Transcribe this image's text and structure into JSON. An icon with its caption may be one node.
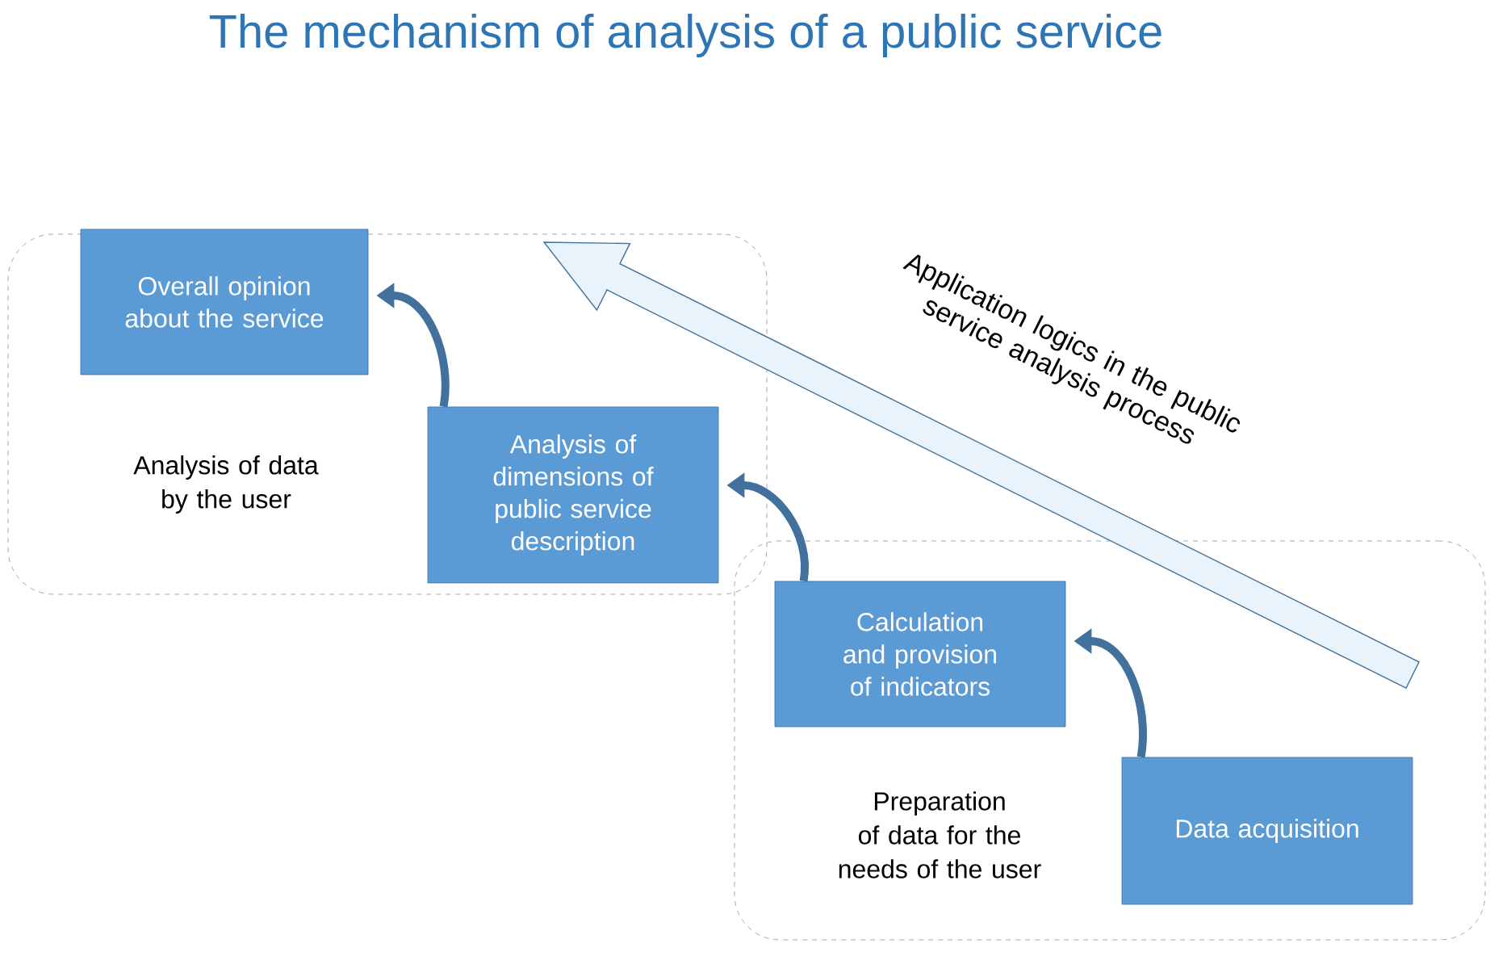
{
  "diagram": {
    "title": "The mechanism of analysis of a public service",
    "nodes": [
      {
        "text": [
          "Analysis of data by the user"
        ]
      },
      {
        "text": [
          "Overall opinion about the service"
        ],
        "in": 0
      },
      {
        "text": [
          "Analysis of dimensions of public service description"
        ],
        "in": 0
      },
      {
        "text": [
          "Preparation of data for the needs of the user"
        ]
      },
      {
        "text": [
          "Calculation and provision of indicators"
        ],
        "in": 3
      },
      {
        "text": [
          "Data acquisition"
        ],
        "in": 3
      }
    ],
    "edges": [
      {
        "from": 2,
        "to": 1,
        "arrow": "to"
      },
      {
        "from": 4,
        "to": 2,
        "arrow": "to"
      },
      {
        "from": 5,
        "to": 4,
        "arrow": "to"
      },
      {
        "from": 3,
        "to": 0,
        "arrow": "to",
        "style": "thick",
        "label": "Application logics in the public service analysis process"
      }
    ]
  }
}
